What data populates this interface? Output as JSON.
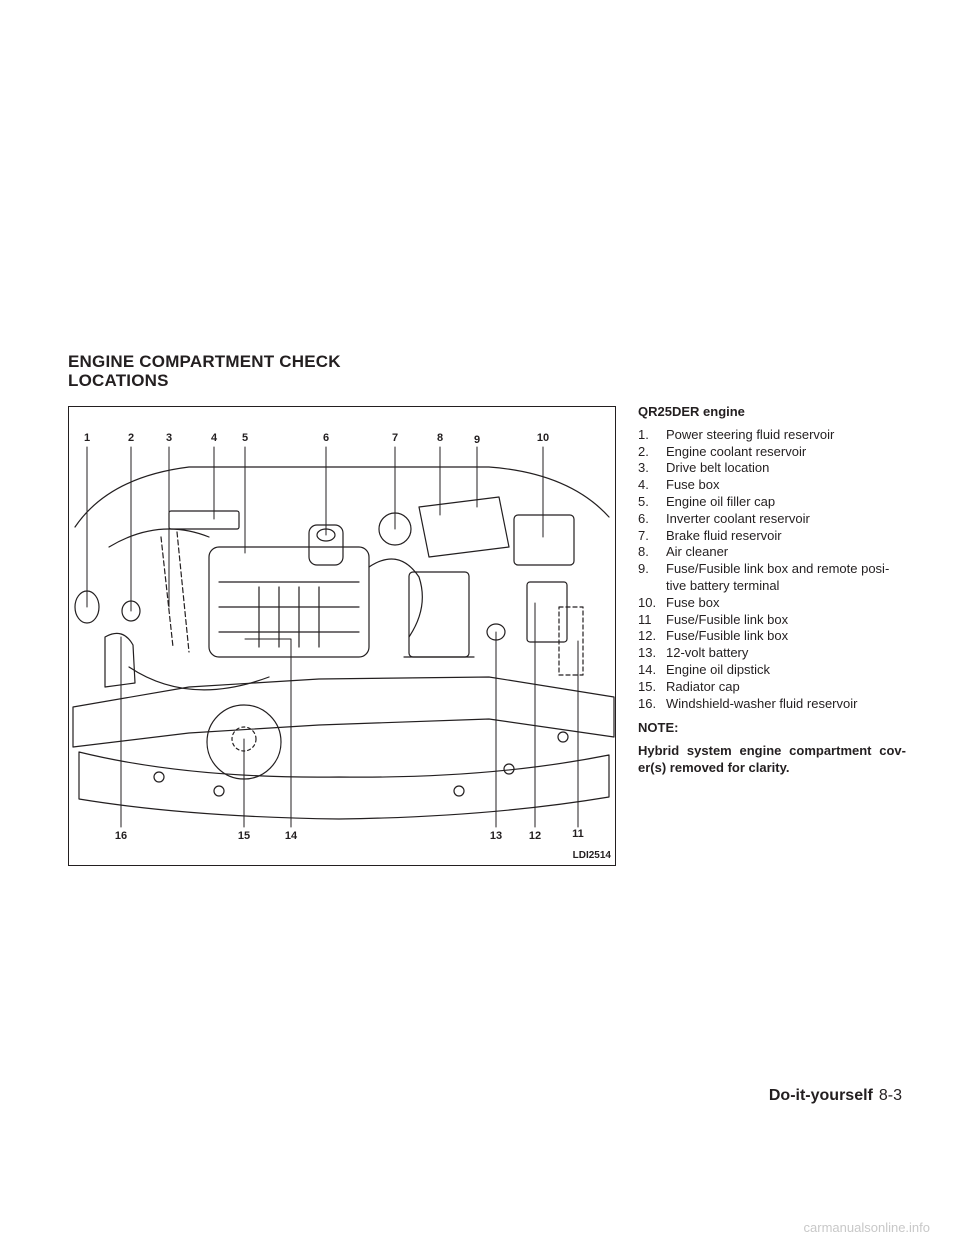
{
  "page_heading": {
    "line1": "ENGINE COMPARTMENT CHECK",
    "line2": "LOCATIONS"
  },
  "figure": {
    "id": "LDI2514",
    "callouts_top": [
      "1",
      "2",
      "3",
      "4",
      "5",
      "6",
      "7",
      "8",
      "9",
      "10"
    ],
    "callouts_bottom": [
      "16",
      "15",
      "14",
      "13",
      "12",
      "11"
    ]
  },
  "legend": {
    "heading": "QR25DER engine",
    "items": [
      {
        "num": "1.",
        "text": "Power steering fluid reservoir"
      },
      {
        "num": "2.",
        "text": "Engine coolant reservoir"
      },
      {
        "num": "3.",
        "text": "Drive belt location"
      },
      {
        "num": "4.",
        "text": "Fuse box"
      },
      {
        "num": "5.",
        "text": "Engine oil filler cap"
      },
      {
        "num": "6.",
        "text": "Inverter coolant reservoir"
      },
      {
        "num": "7.",
        "text": "Brake fluid reservoir"
      },
      {
        "num": "8.",
        "text": "Air cleaner"
      },
      {
        "num": "9.",
        "text": "Fuse/Fusible link box and remote posi-tive battery terminal"
      },
      {
        "num": "10.",
        "text": "Fuse box"
      },
      {
        "num": "11",
        "text": "Fuse/Fusible link box"
      },
      {
        "num": "12.",
        "text": "Fuse/Fusible link box"
      },
      {
        "num": "13.",
        "text": "12-volt battery"
      },
      {
        "num": "14.",
        "text": "Engine oil dipstick"
      },
      {
        "num": "15.",
        "text": "Radiator cap"
      },
      {
        "num": "16.",
        "text": "Windshield-washer fluid reservoir"
      }
    ]
  },
  "note": {
    "label": "NOTE:",
    "text": "Hybrid system engine compartment cov-er(s) removed for clarity."
  },
  "footer": {
    "section": "Do-it-yourself",
    "page": "8-3"
  },
  "watermark": "carmanualsonline.info"
}
